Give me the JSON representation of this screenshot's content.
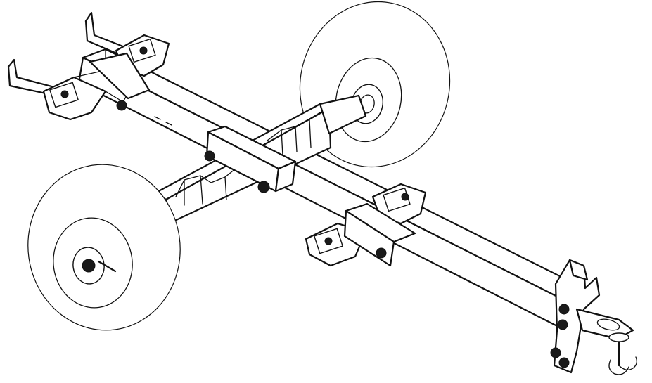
{
  "drawing": {
    "parts": [
      "main-beam",
      "cross-axle",
      "wheel-left",
      "wheel-right",
      "rear-mount-bracket-left",
      "rear-mount-bracket-right",
      "front-mount-bracket",
      "hitch-assembly",
      "hitch-pin"
    ],
    "line_color": "#111111",
    "background_color": "#ffffff"
  }
}
